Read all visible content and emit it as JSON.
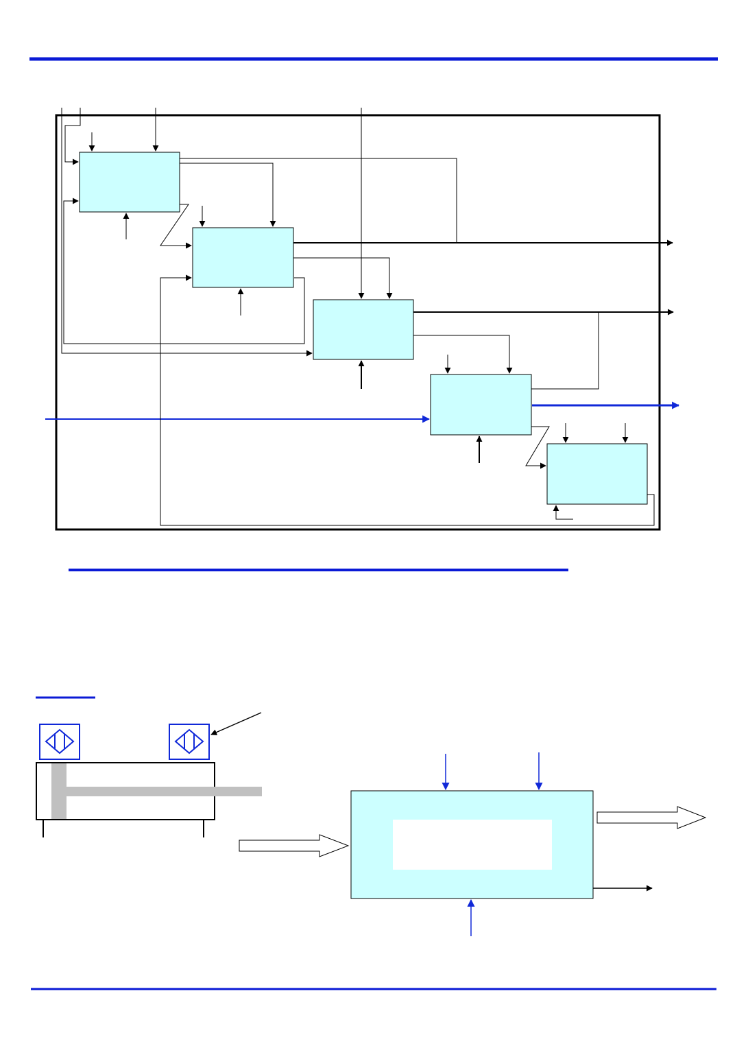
{
  "colors": {
    "rule": "#0a1ad6",
    "box_fill": "#ccffff",
    "line": "#000000",
    "flow_highlight": "#1028d8",
    "rod": "#c0c0c0",
    "white": "#ffffff"
  },
  "diagram": {
    "process_boxes": 5,
    "outputs": 3
  },
  "component_diagram": {
    "sensor_icons": 2,
    "block_arrows": 2
  }
}
